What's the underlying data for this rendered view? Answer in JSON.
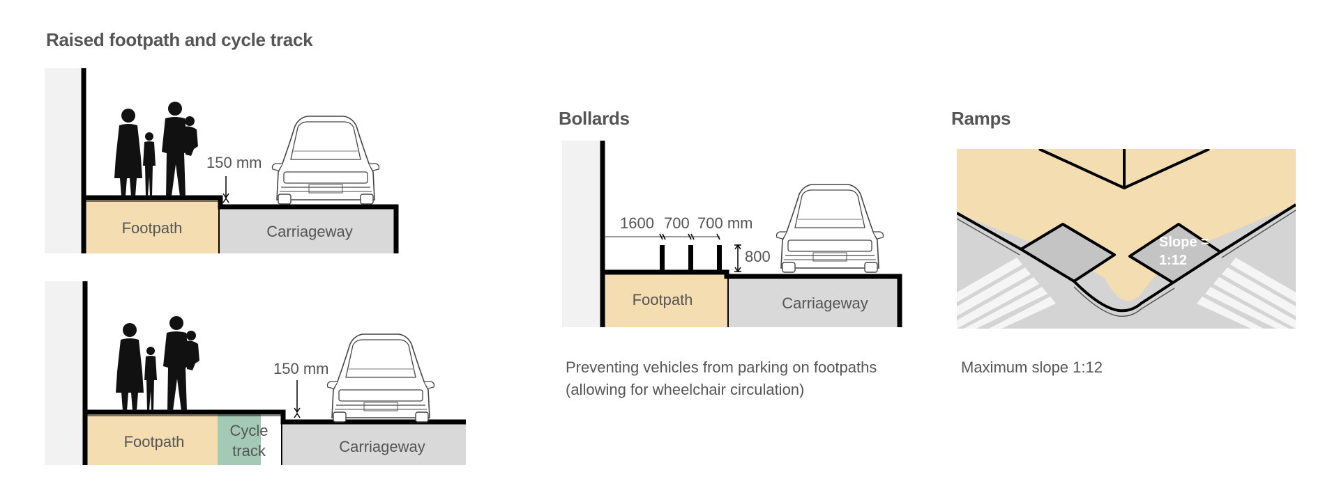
{
  "sections": {
    "raised": {
      "title": "Raised footpath and cycle track"
    },
    "bollards": {
      "title": "Bollards"
    },
    "ramps": {
      "title": "Ramps"
    }
  },
  "raised_top": {
    "footpath_label": "Footpath",
    "carriageway_label": "Carriageway",
    "dimension_label": "150 mm"
  },
  "raised_bottom": {
    "footpath_label": "Footpath",
    "cycle_track_line1": "Cycle",
    "cycle_track_line2": "track",
    "carriageway_label": "Carriageway",
    "dimension_label": "150 mm"
  },
  "bollards": {
    "footpath_label": "Footpath",
    "carriageway_label": "Carriageway",
    "spacing_1": "1600",
    "spacing_2": "700",
    "spacing_3": "700 mm",
    "height_label": "800",
    "caption_line1": "Preventing vehicles from parking on footpaths",
    "caption_line2": "(allowing for wheelchair circulation)"
  },
  "ramps": {
    "slope_line1": "Slope =",
    "slope_line2": "1:12",
    "caption": "Maximum slope 1:12"
  },
  "colors": {
    "footpath": "#f4ddb0",
    "carriageway": "#d9d9d9",
    "cycle_track": "#a4c9b4",
    "wall": "#f2f2f2",
    "outline": "#000000",
    "text": "#555555",
    "ramp_gray": "#d4d4d4"
  }
}
